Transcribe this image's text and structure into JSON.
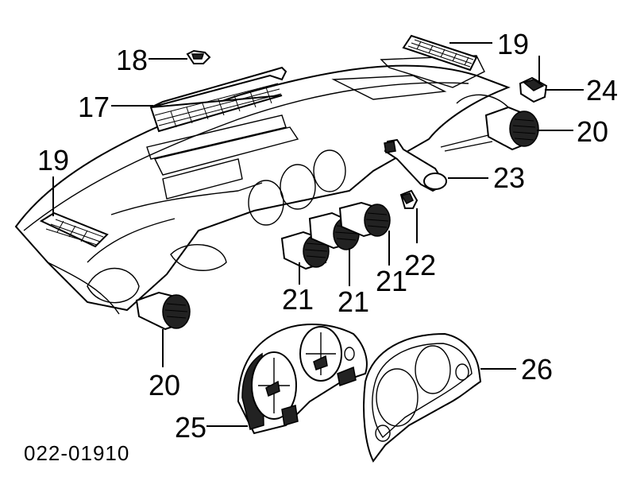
{
  "diagram": {
    "code": "022-01910",
    "labels": {
      "l17": "17",
      "l18": "18",
      "l19a": "19",
      "l19b": "19",
      "l20a": "20",
      "l20b": "20",
      "l21a": "21",
      "l21b": "21",
      "l21c": "21",
      "l22": "22",
      "l23": "23",
      "l24": "24",
      "l25": "25",
      "l26": "26"
    }
  }
}
